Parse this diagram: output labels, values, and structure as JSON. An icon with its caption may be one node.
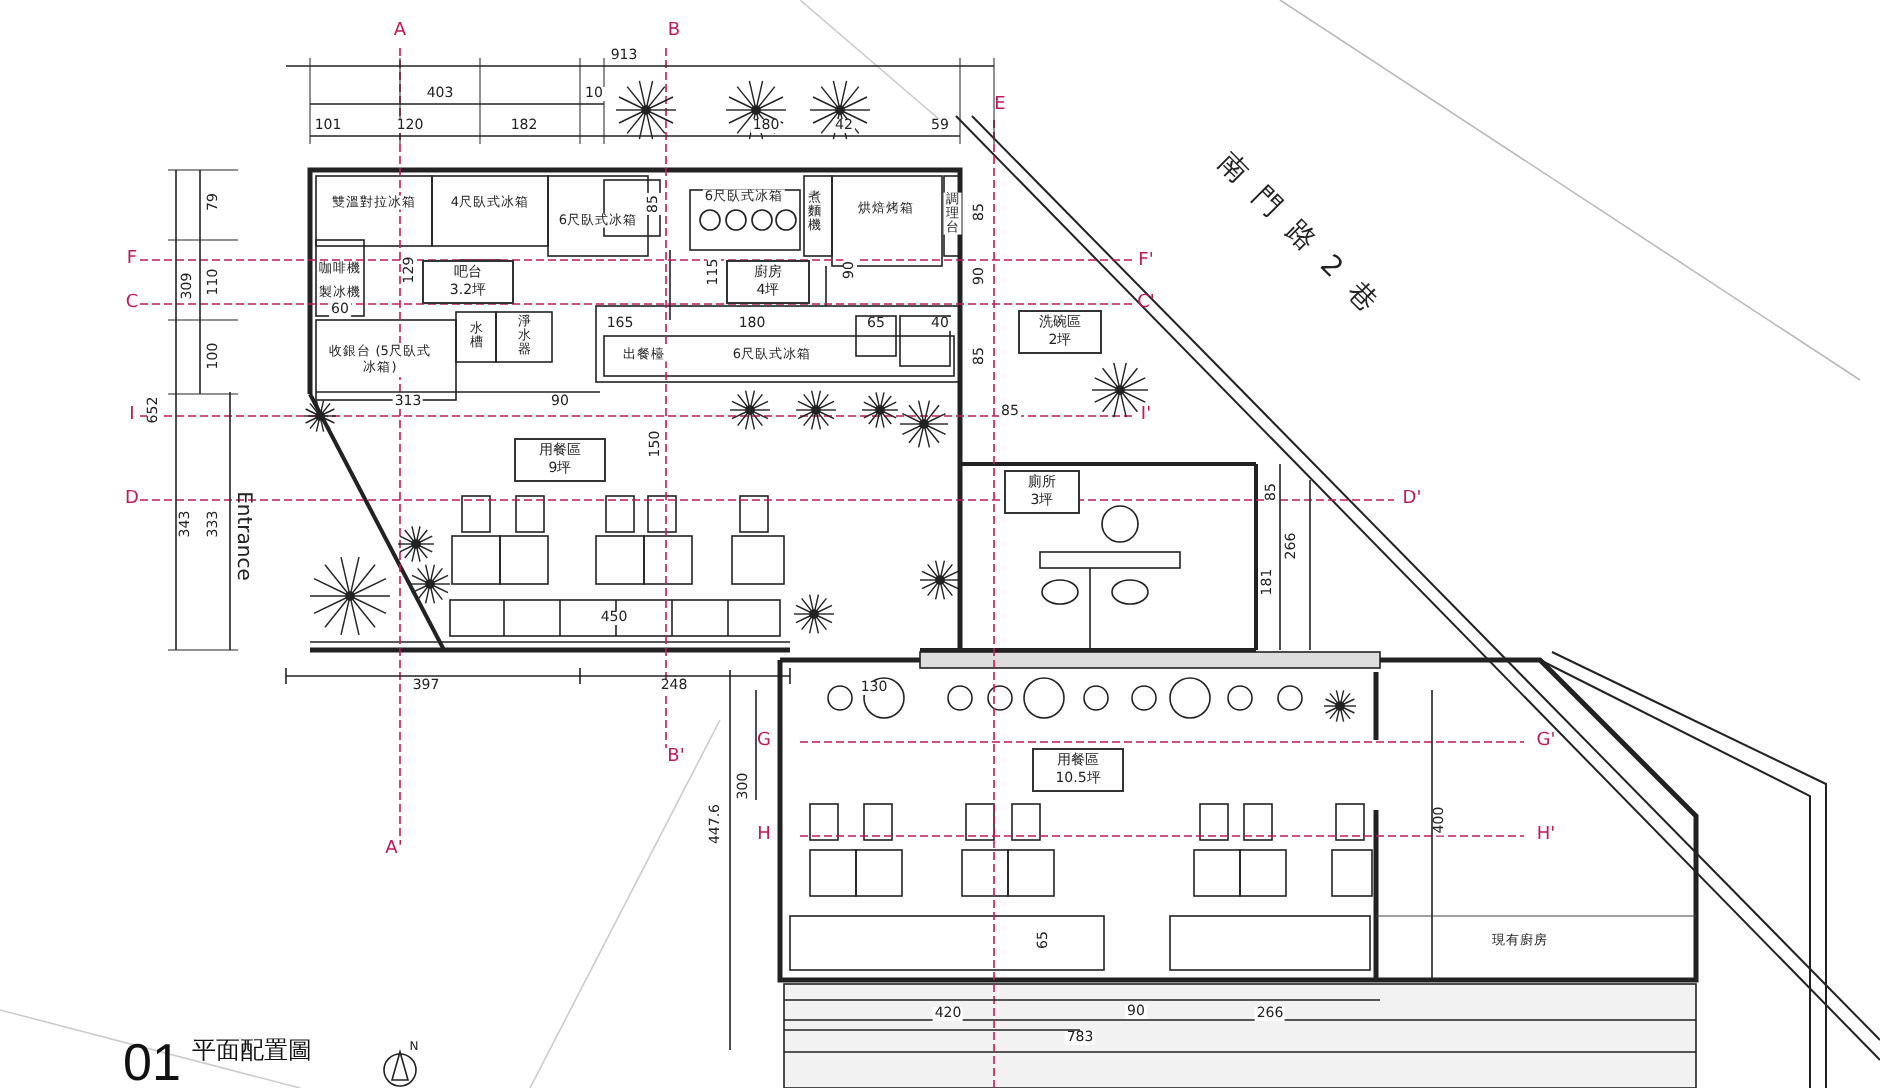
{
  "diagram": {
    "title": "平面配置圖",
    "nodes": [
      {
        "text": [
          "吧台",
          "3.2坪"
        ]
      },
      {
        "text": [
          "廚房",
          "4坪"
        ]
      },
      {
        "text": [
          "洗碗區",
          "2坪"
        ]
      },
      {
        "text": [
          "用餐區",
          "9坪"
        ]
      },
      {
        "text": [
          "廁所",
          "3坪"
        ]
      },
      {
        "text": [
          "用餐區",
          "10.5坪"
        ]
      }
    ],
    "labels": [
      "A",
      "B",
      "913",
      "403",
      "10",
      "E",
      "101",
      "120",
      "182",
      "180",
      "42",
      "59",
      "79",
      "雙溫對拉冰箱",
      "4尺臥式冰箱",
      "6尺臥式冰箱",
      "85",
      "6尺臥式冰箱",
      "煮麵機",
      "烘焙烤箱",
      "調理台",
      "85",
      "F",
      "309",
      "110",
      "咖啡機",
      "製冰機",
      "60",
      "129",
      "115",
      "90",
      "90",
      "F'",
      "C",
      "C'",
      "165",
      "180",
      "65",
      "40",
      "100",
      "收銀台 (5尺臥式冰箱)",
      "水槽",
      "淨水器",
      "出餐檯",
      "6尺臥式冰箱",
      "85",
      "652",
      "I",
      "313",
      "90",
      "85",
      "I'",
      "150",
      "D",
      "85",
      "D'",
      "343",
      "333",
      "Entrance",
      "南門路2巷",
      "266",
      "181",
      "450",
      "397",
      "248",
      "130",
      "G",
      "G'",
      "300",
      "B'",
      "447.6",
      "H",
      "H'",
      "400",
      "A'",
      "65",
      "現有廚房",
      "420",
      "90",
      "266",
      "783",
      "01",
      "N"
    ]
  }
}
